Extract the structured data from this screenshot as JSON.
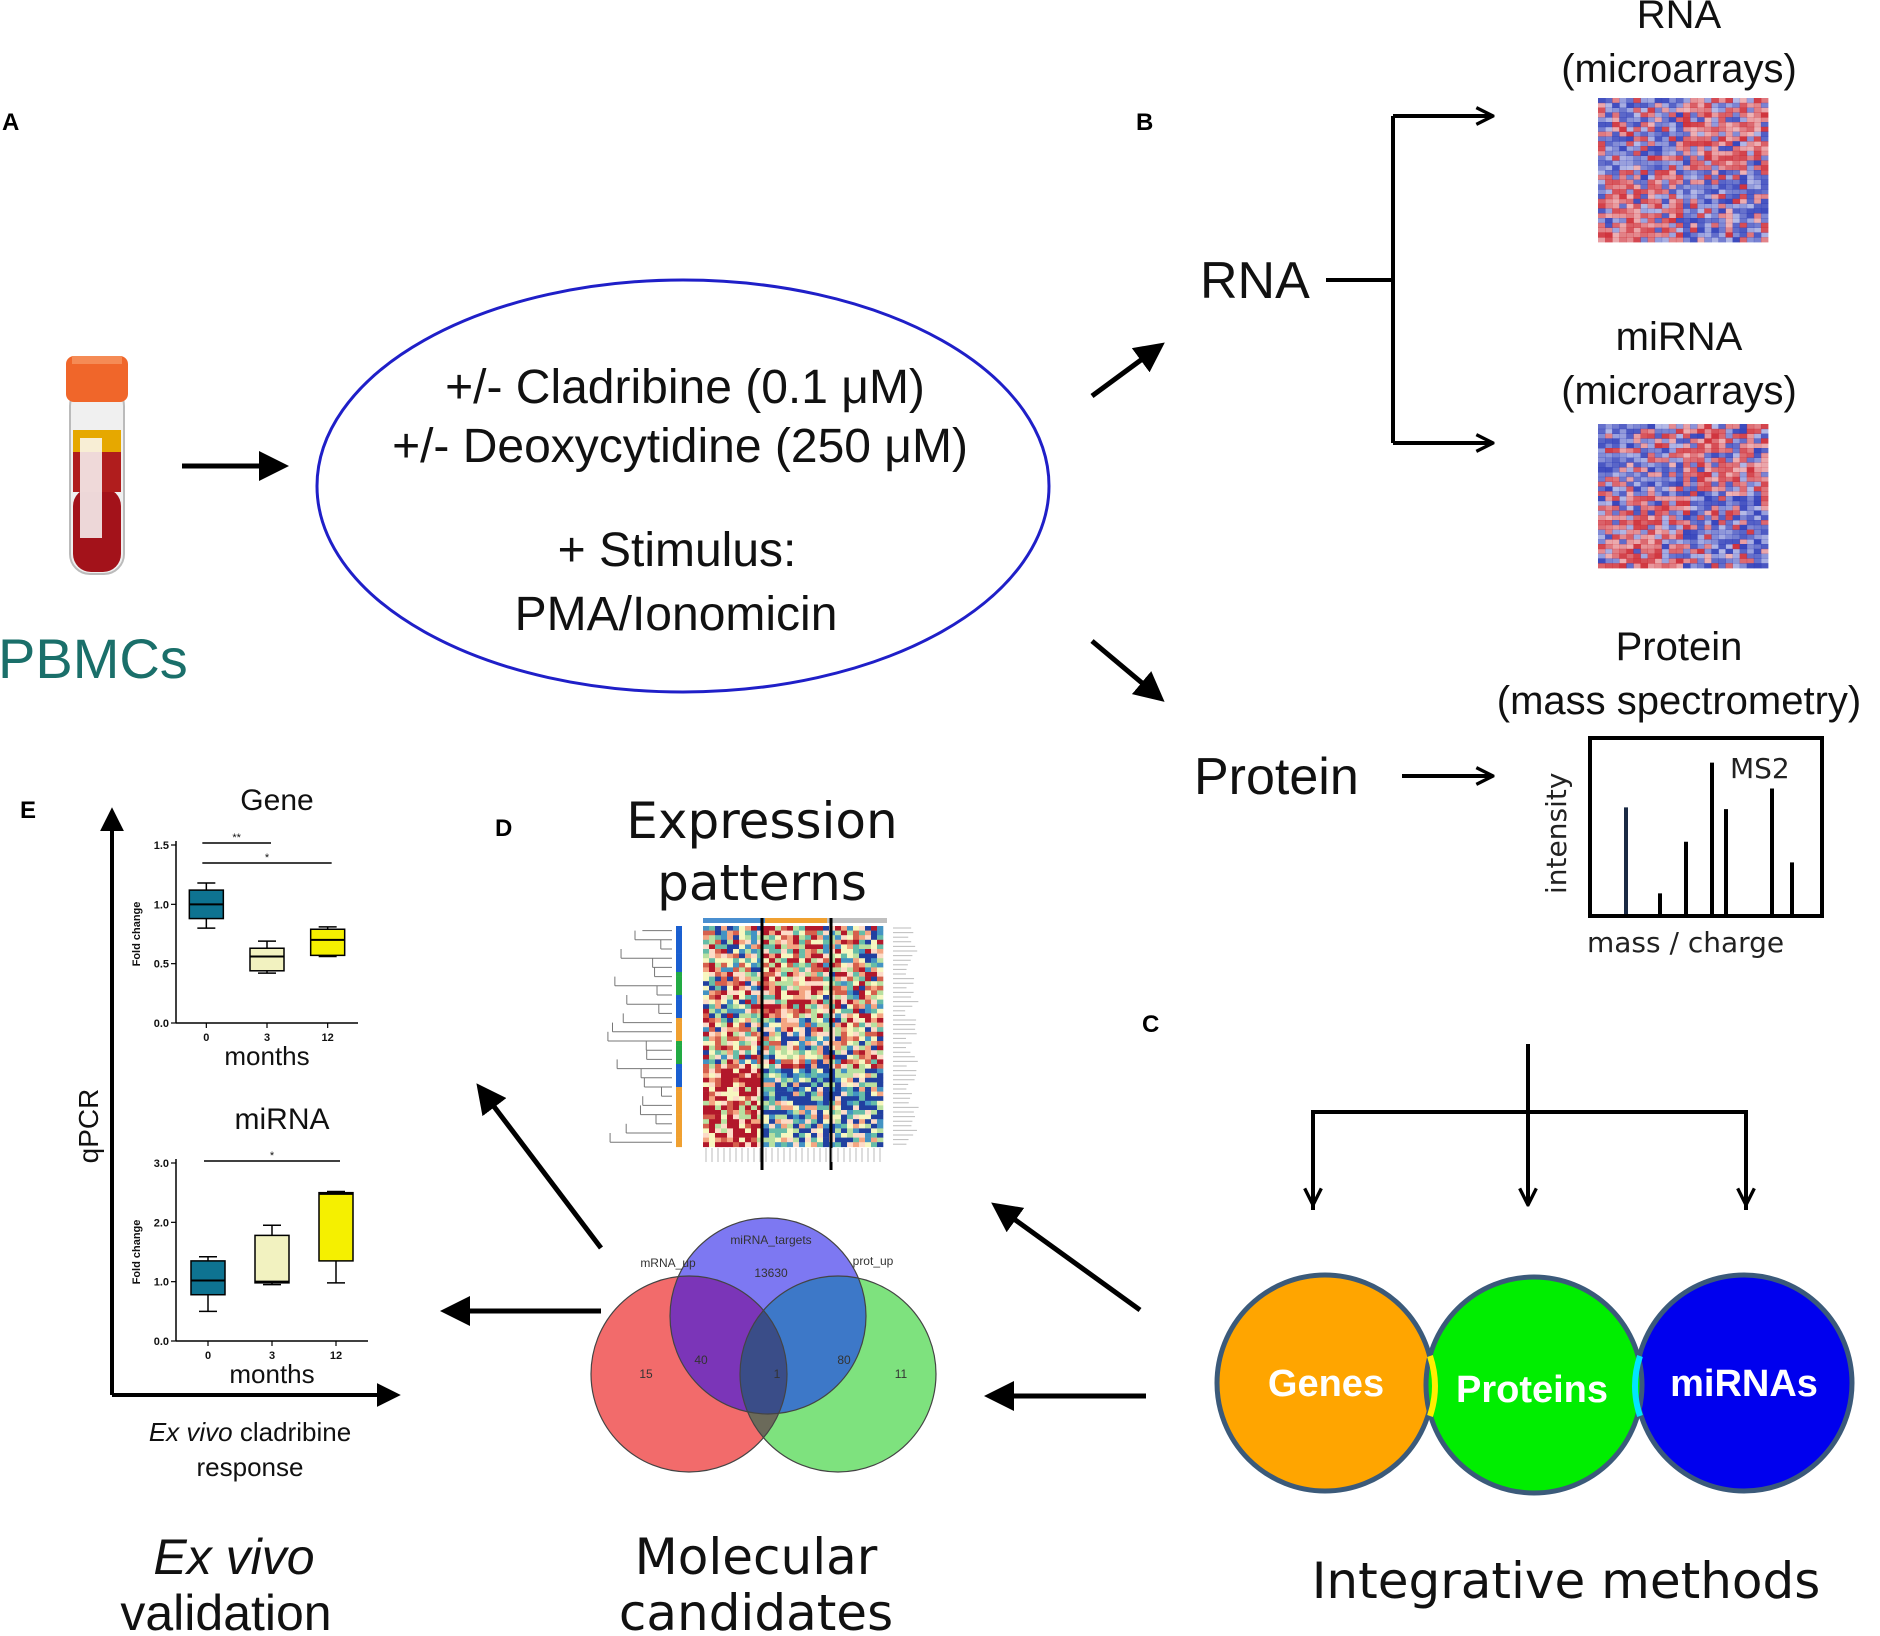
{
  "panels": {
    "a": "A",
    "b": "B",
    "c": "C",
    "d": "D",
    "e": "E"
  },
  "pbmc": {
    "label": "PBMCs",
    "color": "#1a6f6a"
  },
  "treatment": {
    "line1": "+/- Cladribine (0.1 μM)",
    "line2": "+/- Deoxycytidine (250 μM)",
    "line3": "+ Stimulus:",
    "line4": "PMA/Ionomicin"
  },
  "omics": {
    "rna_label": "RNA",
    "rna_title": "RNA",
    "rna_sub": "(microarrays)",
    "mirna_title": "miRNA",
    "mirna_sub": "(microarrays)",
    "protein_label": "Protein",
    "protein_title": "Protein",
    "protein_sub": "(mass spectrometry)"
  },
  "ms_spectrum": {
    "label": "MS2",
    "xlabel": "mass / charge",
    "ylabel": "intensity",
    "peaks": [
      0.62,
      0.12,
      0.42,
      0.88,
      0.61,
      0.73,
      0.3
    ]
  },
  "integrative": {
    "title": "Integrative methods",
    "circles": [
      {
        "label": "Genes",
        "color": "#ffa500"
      },
      {
        "label": "Proteins",
        "color": "#00ee00"
      },
      {
        "label": "miRNAs",
        "color": "#0000ee"
      }
    ]
  },
  "expression": {
    "title_line1": "Expression",
    "title_line2": "patterns"
  },
  "venn_sets": {
    "labels": [
      "mRNA_up",
      "miRNA_targets",
      "prot_up"
    ],
    "counts": {
      "mrna_only": "15",
      "mirna_only": "13630",
      "prot_only": "11",
      "mrna_mirna": "40",
      "mirna_prot": "80",
      "all": "1"
    }
  },
  "molecular": {
    "line1": "Molecular",
    "line2": "candidates"
  },
  "validation": {
    "line1": "Ex vivo",
    "line2": "validation"
  },
  "qpcr": {
    "ylabel": "qPCR",
    "xlabel_italic": "Ex vivo",
    "xlabel_rest": " cladribine",
    "xlabel_line2": "response"
  },
  "chart_data": [
    {
      "type": "box",
      "title": "Gene",
      "xlabel": "months",
      "ylabel": "Fold change",
      "ylim": [
        0,
        1.5
      ],
      "yticks": [
        "0.0",
        "0.5",
        "1.0",
        "1.5"
      ],
      "categories": [
        "0",
        "3",
        "12"
      ],
      "boxes": [
        {
          "min": 0.8,
          "q1": 0.88,
          "median": 1.0,
          "q3": 1.12,
          "max": 1.18,
          "color": "#0e7391"
        },
        {
          "min": 0.42,
          "q1": 0.44,
          "median": 0.56,
          "q3": 0.63,
          "max": 0.69,
          "color": "#f2f2c0"
        },
        {
          "min": 0.56,
          "q1": 0.57,
          "median": 0.7,
          "q3": 0.79,
          "max": 0.81,
          "color": "#f5f000"
        }
      ],
      "significance": [
        {
          "from": 0,
          "to": 1,
          "label": "**"
        },
        {
          "from": 0,
          "to": 2,
          "label": "*"
        }
      ]
    },
    {
      "type": "box",
      "title": "miRNA",
      "xlabel": "months",
      "ylabel": "Fold change",
      "ylim": [
        0,
        3
      ],
      "yticks": [
        "0.0",
        "1.0",
        "2.0",
        "3.0"
      ],
      "categories": [
        "0",
        "3",
        "12"
      ],
      "boxes": [
        {
          "min": 0.5,
          "q1": 0.78,
          "median": 1.02,
          "q3": 1.35,
          "max": 1.42,
          "color": "#0e7391"
        },
        {
          "min": 0.95,
          "q1": 0.98,
          "median": 1.0,
          "q3": 1.78,
          "max": 1.95,
          "color": "#f2f2c0"
        },
        {
          "min": 0.98,
          "q1": 1.35,
          "median": 2.48,
          "q3": 2.5,
          "max": 2.52,
          "color": "#f5f000"
        }
      ],
      "significance": [
        {
          "from": 0,
          "to": 2,
          "label": "*"
        }
      ]
    }
  ]
}
